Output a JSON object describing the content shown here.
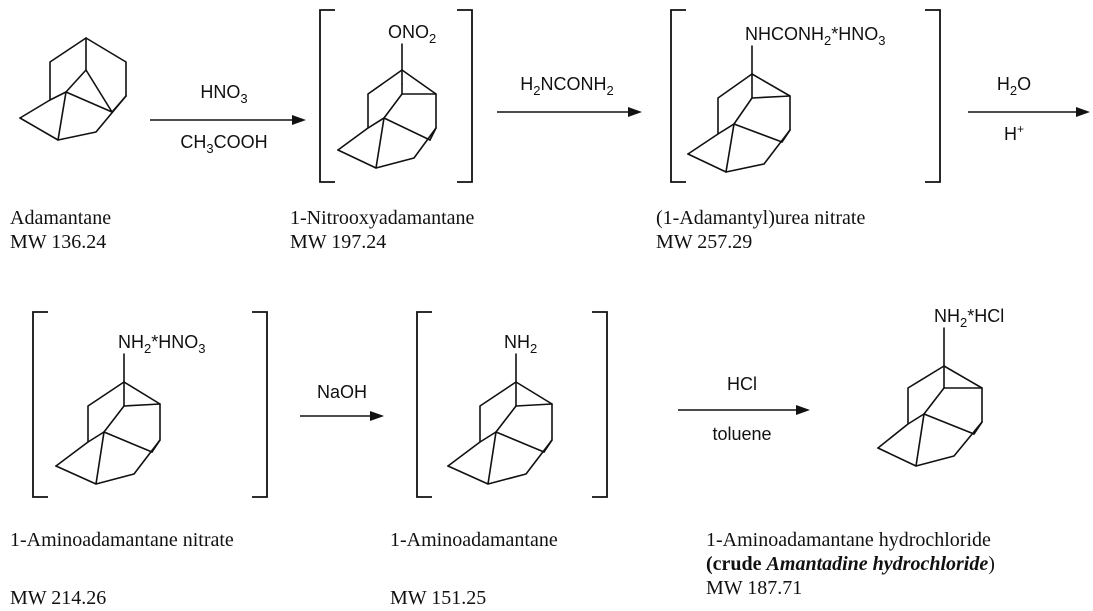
{
  "row1": {
    "reagents": {
      "step1_top": [
        "HNO",
        "3"
      ],
      "step1_bottom": [
        "CH",
        "3",
        "COOH"
      ],
      "step2_top": [
        "H",
        "2",
        "NCONH",
        "2"
      ],
      "step3_top": [
        "H",
        "2",
        "O"
      ],
      "step3_bottom": [
        "H",
        "+"
      ]
    },
    "groups": {
      "nitrooxy": [
        "ONO",
        "2"
      ],
      "urea_nitrate": [
        "NHCONH",
        "2",
        "*HNO",
        "3"
      ]
    },
    "compounds": [
      {
        "name": "Adamantane",
        "mw": "MW 136.24"
      },
      {
        "name": "1-Nitrooxyadamantane",
        "mw": "MW 197.24"
      },
      {
        "name": "(1-Adamantyl)urea nitrate",
        "mw": "MW 257.29"
      }
    ]
  },
  "row2": {
    "reagents": {
      "step4_top": "NaOH",
      "step5_top": "HCl",
      "step5_bottom": "toluene"
    },
    "groups": {
      "amine_nitrate": [
        "NH",
        "2",
        "*HNO",
        "3"
      ],
      "amine": [
        "NH",
        "2"
      ],
      "amine_hcl": [
        "NH",
        "2",
        "*HCl"
      ]
    },
    "compounds": [
      {
        "name": "1-Aminoadamantane nitrate",
        "mw": "MW 214.26"
      },
      {
        "name": "1-Aminoadamantane",
        "mw": "MW 151.25"
      },
      {
        "name": "1-Aminoadamantane hydrochloride",
        "name_line2_bold": "(crude ",
        "name_line2_italic": "Amantadine hydrochloride",
        "name_line2_end": ")",
        "mw": "MW 187.71"
      }
    ]
  }
}
